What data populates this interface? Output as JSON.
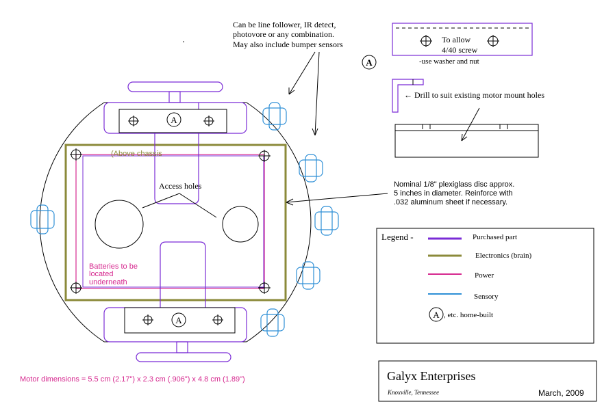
{
  "colors": {
    "purchased": "#7a2bd6",
    "electronics": "#8b8a3a",
    "power": "#d6298f",
    "sensory": "#2e8fd6",
    "line": "#000000"
  },
  "labels": {
    "sensor_note_1": "Can be line follower, IR detect,",
    "sensor_note_2": "photovore or any combination.",
    "sensor_note_3": "May also include bumper sensors",
    "bracket_allow": "To allow",
    "bracket_screw": "4/40 screw",
    "bracket_washer": "-use washer and nut",
    "drill_note": "←  Drill to suit existing motor mount holes",
    "above_chassis": "(Above chassis",
    "access_holes": "Access holes",
    "batteries_1": "Batteries to be",
    "batteries_2": "located",
    "batteries_3": "underneath",
    "disc_note_1": "Nominal 1/8\" plexiglass disc approx.",
    "disc_note_2": "5 inches in diameter.  Reinforce with",
    "disc_note_3": ".032 aluminum sheet if necessary.",
    "motor_dimensions": "Motor dimensions = 5.5 cm (2.17\") x 2.3 cm (.906\") x 4.8 cm (1.89\")",
    "callout_a": "A"
  },
  "legend": {
    "title": "Legend -",
    "items": [
      {
        "label": "Purchased part",
        "color": "#7a2bd6"
      },
      {
        "label": "Electronics (brain)",
        "color": "#8b8a3a"
      },
      {
        "label": "Power",
        "color": "#d6298f"
      },
      {
        "label": "Sensory",
        "color": "#2e8fd6"
      }
    ],
    "home_built_label": ", etc.  home-built"
  },
  "title_block": {
    "company": "Galyx Enterprises",
    "location": "Knoxville, Tennessee",
    "date": "March, 2009"
  }
}
